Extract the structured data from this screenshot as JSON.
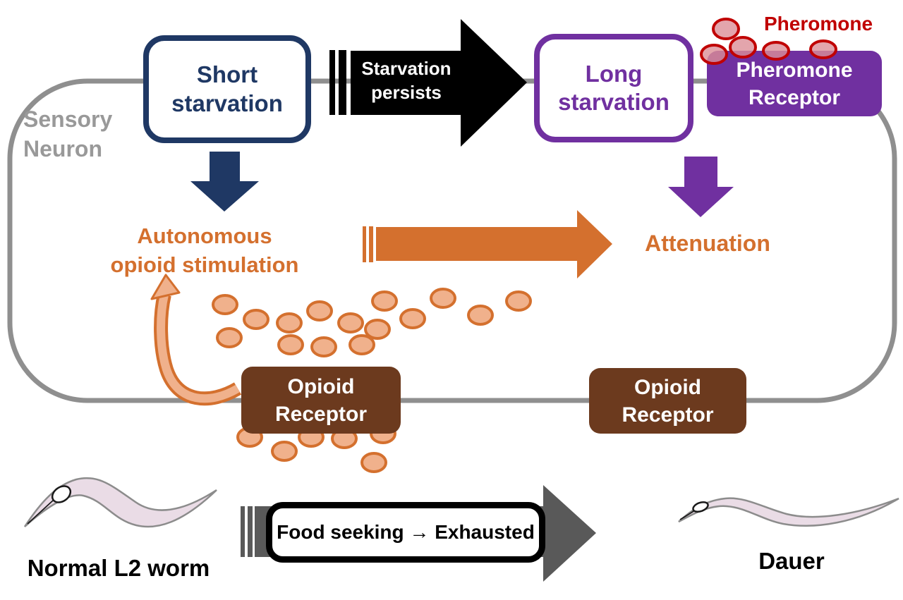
{
  "colors": {
    "navy": "#1F3864",
    "purple": "#7030A0",
    "orange": "#D4702E",
    "orange_light": "#F0B18C",
    "brown": "#6C3A1E",
    "red": "#C00000",
    "pink": "#DC8F97",
    "membrane": "#8F8F8F",
    "gray_label": "#999999",
    "darkgray": "#595959",
    "black": "#000000",
    "worm_fill": "#EADCE6",
    "worm_stroke": "#8C8C8C"
  },
  "labels": {
    "sensory_neuron": "Sensory Neuron",
    "short_starvation": "Short starvation",
    "starvation_persists_line1": "Starvation",
    "starvation_persists_line2": "persists",
    "long_starvation": "Long starvation",
    "pheromone": "Pheromone",
    "pheromone_receptor": "Pheromone Receptor",
    "autonomous_line1": "Autonomous",
    "autonomous_line2": "opioid stimulation",
    "attenuation": "Attenuation",
    "opioid_receptor": "Opioid Receptor",
    "food_seeking": "Food seeking → Exhausted",
    "normal_l2_worm": "Normal L2 worm",
    "dauer": "Dauer"
  }
}
